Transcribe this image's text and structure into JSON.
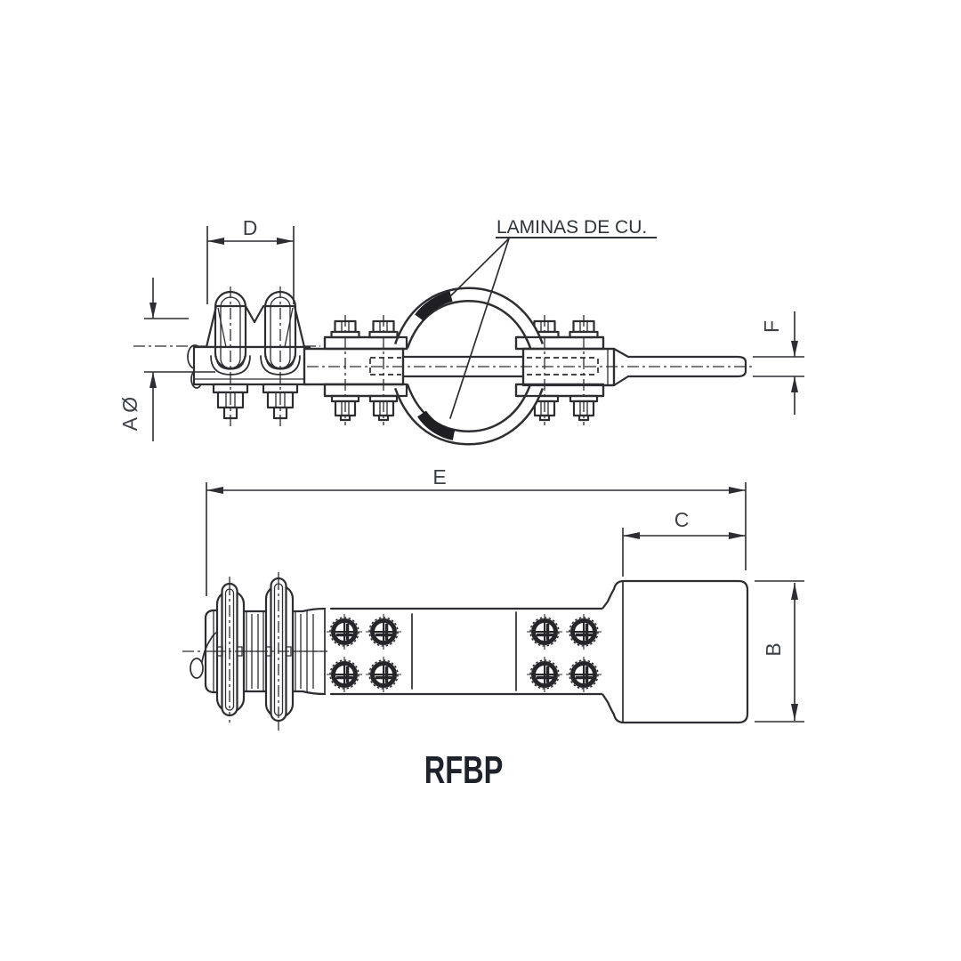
{
  "page": {
    "background": "#ffffff"
  },
  "drawing": {
    "product_code": "RFBP",
    "callout": "LAMINAS DE CU.",
    "dimensions": {
      "D": "D",
      "A": "A Ø",
      "F": "F",
      "E": "E",
      "C": "C",
      "B": "B"
    },
    "colors": {
      "line": "#2d2d32",
      "label": "#3c4148",
      "title": "#1e222b",
      "laminate_highlight": "#1f1f23",
      "background": "#ffffff"
    }
  }
}
